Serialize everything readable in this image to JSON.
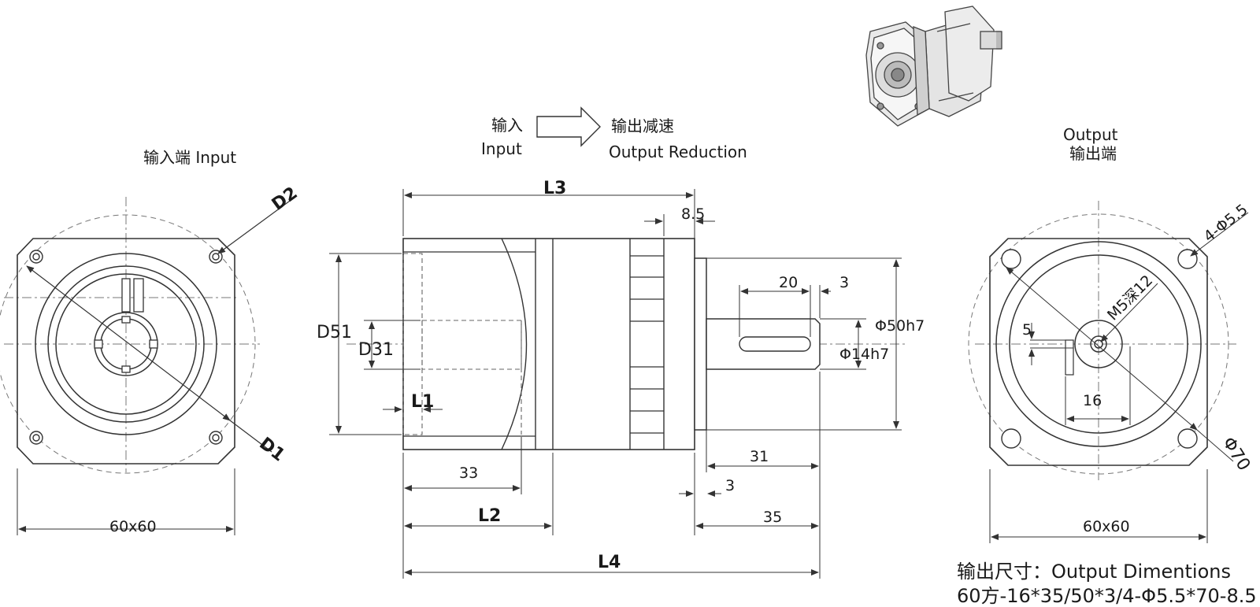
{
  "header": {
    "input_side": "输入端 Input",
    "input_cn": "输入",
    "input_en": "Input",
    "output_reduction_cn": "输出减速",
    "output_reduction_en": "Output Reduction",
    "output_en": "Output",
    "output_cn": "输出端"
  },
  "left_view": {
    "d2": "D2",
    "d1": "D1",
    "size": "60x60"
  },
  "side_view": {
    "l3": "L3",
    "flange_thickness": "8.5",
    "d51": "D51",
    "d31": "D31",
    "l1": "L1",
    "key_length": "20",
    "key_offset": "3",
    "phi50": "Φ50h7",
    "phi14": "Φ14h7",
    "dim33": "33",
    "dim31": "31",
    "dim3b": "3",
    "l2": "L2",
    "dim35": "35",
    "l4": "L4"
  },
  "right_view": {
    "holes": "4-Φ5.5",
    "thread": "M5深12",
    "key_height": "5",
    "dim16": "16",
    "pcd": "Φ70",
    "size": "60x60"
  },
  "spec": {
    "title": "输出尺寸：Output Dimentions",
    "line": "60方-16*35/50*3/4-Φ5.5*70-8.5"
  },
  "colors": {
    "line": "#3a3a3a",
    "dash": "#7a7a7a",
    "fill": "#ffffff",
    "shade": "#e8e8e8"
  }
}
